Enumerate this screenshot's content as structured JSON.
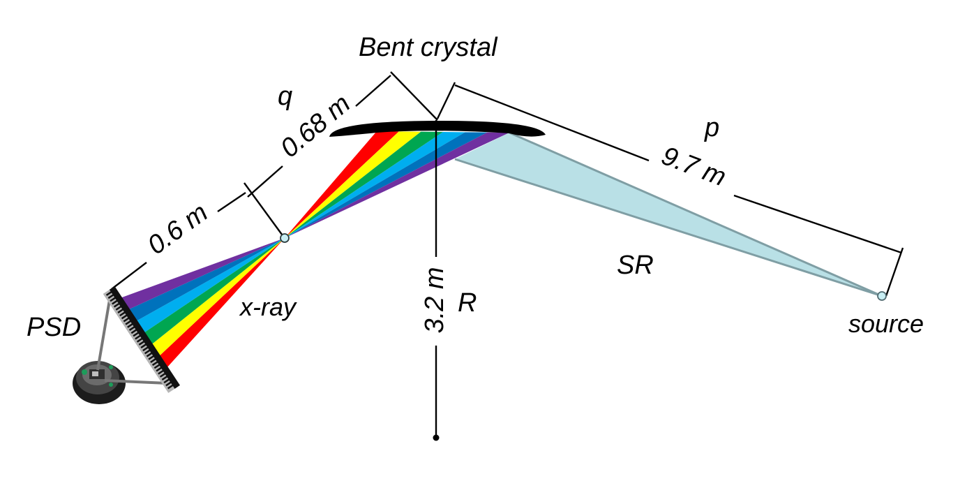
{
  "labels": {
    "bent_crystal": "Bent crystal",
    "q": "q",
    "q_distance": "0.68 m",
    "p": "p",
    "p_distance": "9.7 m",
    "psd_distance": "0.6 m",
    "radius_distance": "3.2 m",
    "radius": "R",
    "sr": "SR",
    "source": "source",
    "xray": "x-ray",
    "psd": "PSD"
  },
  "spectrum_colors": [
    "#ff0000",
    "#ffff00",
    "#00a651",
    "#00aeef",
    "#0072bc",
    "#7030a0"
  ],
  "colors": {
    "sr_beam_fill": "#b9e0e6",
    "sr_beam_edge": "#7f9ea4",
    "crystal": "#000000",
    "detector_frame": "#b5b5b5",
    "focus_point": "#c8eef3"
  }
}
